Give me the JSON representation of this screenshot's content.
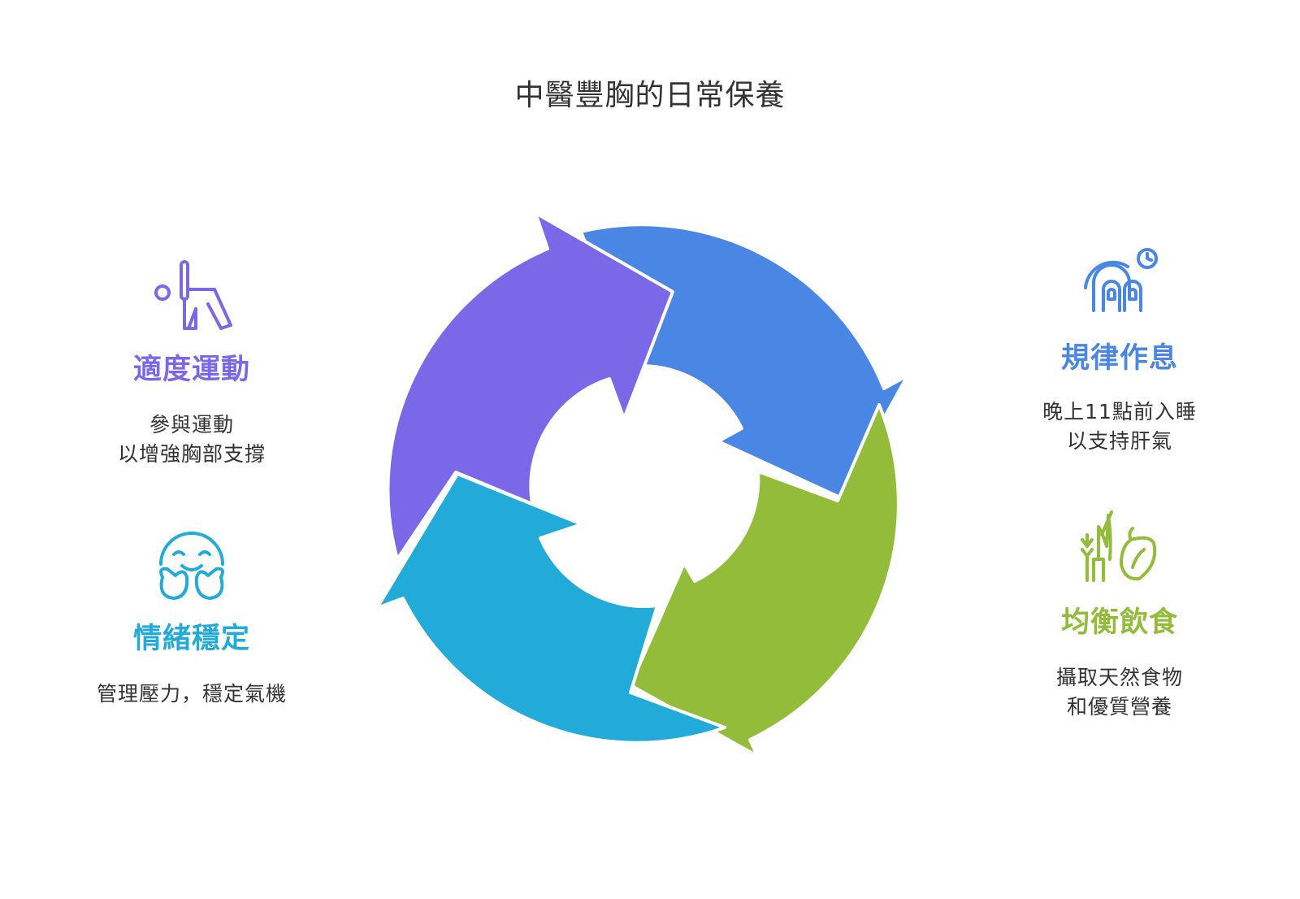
{
  "title": "中醫豐胸的日常保養",
  "colors": {
    "purple": "#7B68E8",
    "blue": "#4A86E4",
    "green": "#92BC3A",
    "cyan": "#22AAD9",
    "text": "#333333"
  },
  "items": [
    {
      "heading": "適度運動",
      "desc": "參與運動\n以增強胸部支撐",
      "icon": "yoga-stretch-icon"
    },
    {
      "heading": "情緒穩定",
      "desc": "管理壓力，穩定氣機",
      "icon": "happy-face-hands-icon"
    },
    {
      "heading": "規律作息",
      "desc": "晚上11點前入睡\n以支持肝氣",
      "icon": "sleep-clock-icon"
    },
    {
      "heading": "均衡飲食",
      "desc": "攝取天然食物\n和優質營養",
      "icon": "plant-food-icon"
    }
  ]
}
